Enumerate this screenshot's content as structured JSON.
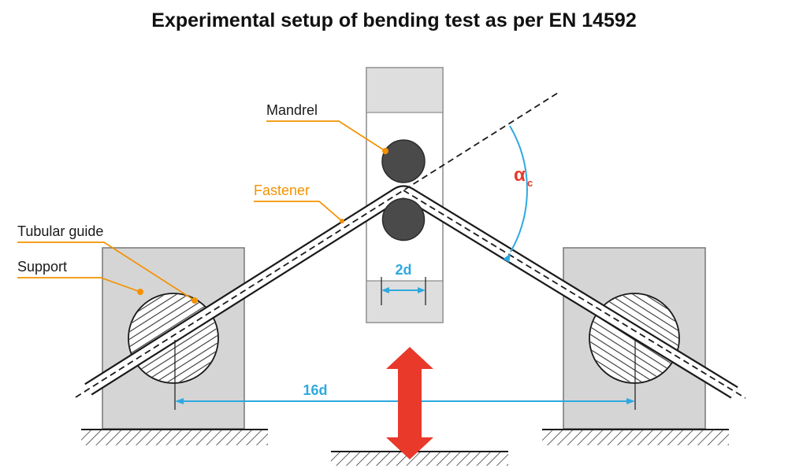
{
  "title": "Experimental setup of bending test as per EN 14592",
  "labels": {
    "mandrel": "Mandrel",
    "fastener": "Fastener",
    "tubular_guide": "Tubular guide",
    "support": "Support"
  },
  "dimensions": {
    "mandrel_diameter": "2d",
    "span": "16d",
    "angle": "α",
    "angle_subscript": "c"
  },
  "colors": {
    "leader_orange": "#F39200",
    "dimension_blue": "#2EA9E0",
    "load_red": "#E8392B",
    "support_gray": "#D5D5D5",
    "column_band_gray": "#DEDEDE",
    "mandrel_dark": "#4A4A4A",
    "ink": "#1A1A1A"
  }
}
